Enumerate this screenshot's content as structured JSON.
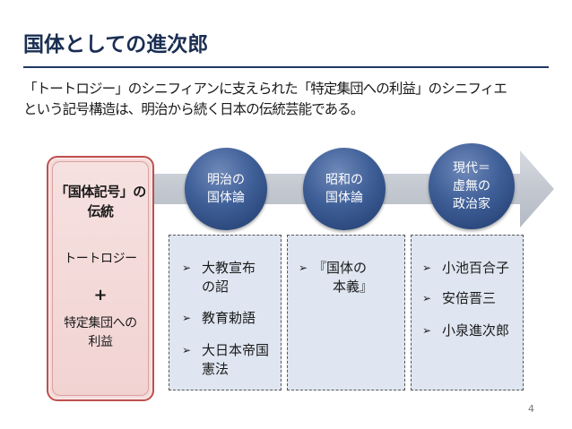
{
  "title": "国体としての進次郎",
  "lead": {
    "line1": "「トートロジー」のシニフィアンに支えられた「特定集団への利益」のシニフィエ",
    "line2": "という記号構造は、明治から続く日本の伝統芸能である。"
  },
  "left_box": {
    "title_line1": "「国体記号」の",
    "title_line2": "伝統",
    "text1": "トートロジー",
    "plus": "+",
    "text2_line1": "特定集団への",
    "text2_line2": "利益"
  },
  "columns": [
    {
      "circle": [
        "明治の",
        "国体論"
      ],
      "items": [
        [
          "大教宣布",
          "の詔"
        ],
        [
          "教育勅語"
        ],
        [
          "大日本帝国",
          "憲法"
        ]
      ]
    },
    {
      "circle": [
        "昭和の",
        "国体論"
      ],
      "items": [
        [
          "『国体の",
          "本義』"
        ]
      ]
    },
    {
      "circle": [
        "現代＝",
        "虚無の",
        "政治家"
      ],
      "items": [
        [
          "小池百合子"
        ],
        [
          "安倍晋三"
        ],
        [
          "小泉進次郎"
        ]
      ]
    }
  ],
  "page_number": "4",
  "colors": {
    "navy": "#1f3864",
    "left_border": "#c0504d",
    "left_fill": "#f3d9d8",
    "box_fill": "#dfe6f1",
    "arrow": "#c9cdd4"
  }
}
